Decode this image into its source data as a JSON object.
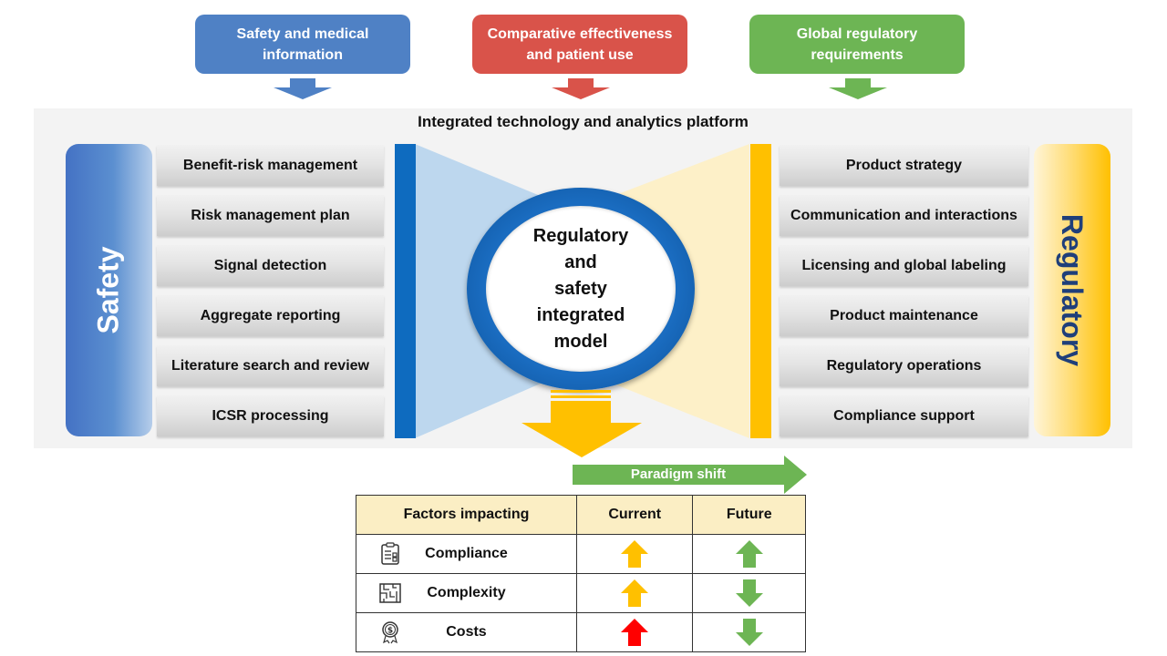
{
  "top_boxes": [
    {
      "label": "Safety and medical\ninformation",
      "color": "#4f81c5"
    },
    {
      "label": "Comparative effectiveness\nand patient use",
      "color": "#d9534a"
    },
    {
      "label": "Global regulatory\nrequirements",
      "color": "#6db554"
    }
  ],
  "platform": {
    "title": "Integrated technology and analytics platform"
  },
  "safety": {
    "label": "Safety",
    "items": [
      "Benefit-risk management",
      "Risk management plan",
      "Signal detection",
      "Aggregate reporting",
      "Literature search and review",
      "ICSR processing"
    ]
  },
  "regulatory": {
    "label": "Regulatory",
    "items": [
      "Product strategy",
      "Communication and interactions",
      "Licensing and global labeling",
      "Product maintenance",
      "Regulatory operations",
      "Compliance support"
    ]
  },
  "center": {
    "label": "Regulatory\nand\nsafety\nintegrated\nmodel"
  },
  "paradigm": {
    "label": "Paradigm shift",
    "color": "#6db554"
  },
  "table": {
    "headers": [
      "Factors impacting",
      "Current",
      "Future"
    ],
    "rows": [
      {
        "factor": "Compliance",
        "icon": "checklist-icon",
        "current": "up",
        "current_color": "#ffc000",
        "future": "up",
        "future_color": "#6db554"
      },
      {
        "factor": "Complexity",
        "icon": "maze-icon",
        "current": "up",
        "current_color": "#ffc000",
        "future": "down",
        "future_color": "#6db554"
      },
      {
        "factor": "Costs",
        "icon": "dollar-medal-icon",
        "current": "up",
        "current_color": "#ff0000",
        "future": "down",
        "future_color": "#6db554"
      }
    ]
  },
  "colors": {
    "safety_blue": "#4a7fc1",
    "reg_yellow": "#ffc000",
    "bar_blue": "#0e6bbf"
  }
}
